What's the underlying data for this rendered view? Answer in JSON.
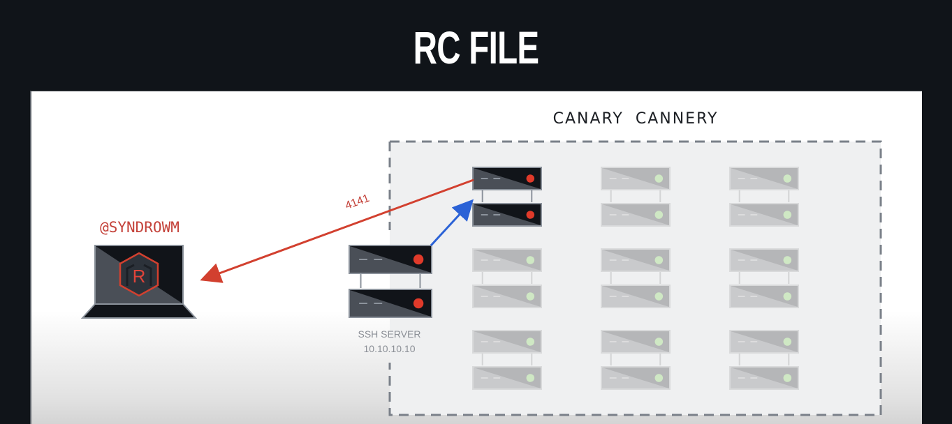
{
  "slide": {
    "title": "RC FILE"
  },
  "network": {
    "label": "CANARY CANNERY",
    "grid_columns": 3,
    "grid_rows": 3,
    "servers_per_cell": 2,
    "active_cell": {
      "column": 1,
      "row": 1
    },
    "active_led_color": "#e03a2a",
    "idle_led_color": "#cfe8c4"
  },
  "attacker": {
    "handle": "@SYNDROWM",
    "logo_letter": "R"
  },
  "ssh_server": {
    "name": "SSH SERVER",
    "ip": "10.10.10.10"
  },
  "connections": {
    "reverse_shell": {
      "port_label": "4141",
      "color": "#d2402f"
    },
    "pivot": {
      "color": "#2b62d6"
    }
  },
  "colors": {
    "background": "#101419",
    "accent_red": "#c4423a",
    "dashed_border": "#7a8089"
  }
}
